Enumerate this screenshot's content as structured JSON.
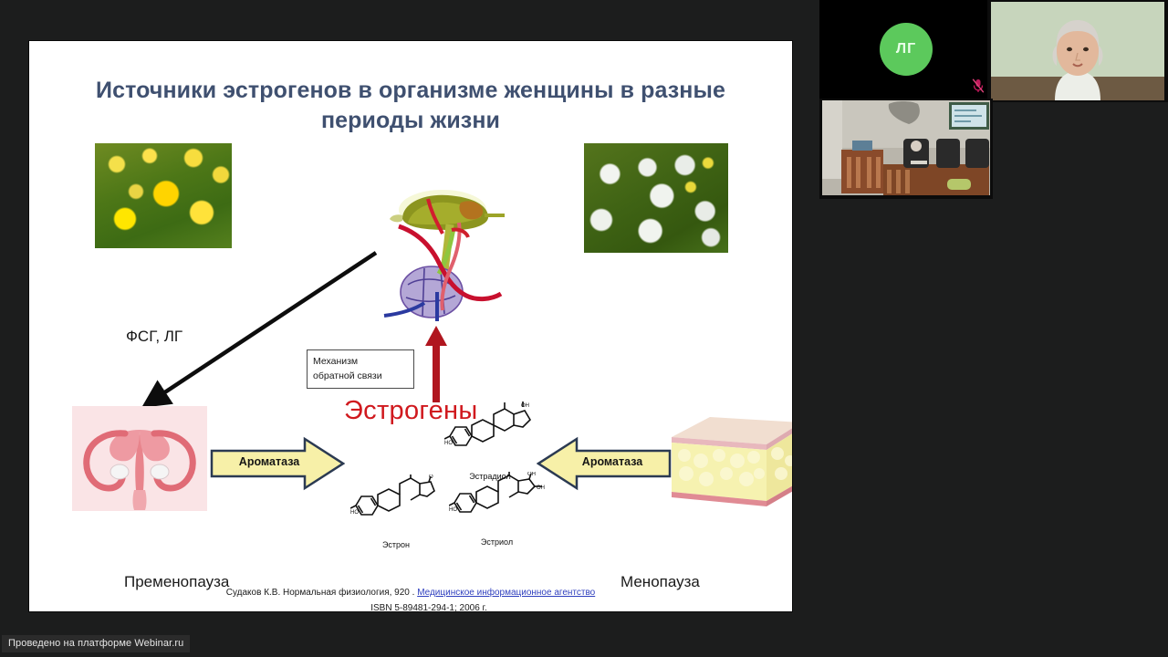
{
  "slide": {
    "title": "Источники эстрогенов в организме женщины в разные периоды жизни",
    "labels": {
      "gonadotropins": "ФСГ, ЛГ",
      "feedback_line1": "Механизм",
      "feedback_line2": "обратной связи",
      "estrogens": "Эстрогены",
      "premenopause": "Пременопауза",
      "menopause": "Менопауза"
    },
    "arrows": {
      "aromatase_left": "Ароматаза",
      "aromatase_right": "Ароматаза"
    },
    "steroids": [
      {
        "name": "Эстрадиол"
      },
      {
        "name": "Эстрон"
      },
      {
        "name": "Эстриол"
      }
    ],
    "images": {
      "yellow_dandelions": "yellow-dandelions-photo",
      "white_dandelions": "white-dandelion-seedheads-photo",
      "pituitary": "hypothalamus-pituitary-illustration",
      "uterus": "uterus-ovaries-illustration",
      "adipose": "adipose-tissue-block-illustration"
    },
    "citation": {
      "author_work": "Судаков К.В.  Нормальная физиология, 920 .",
      "publisher": "Медицинское  информационное  агентство",
      "isbn": "ISBN 5-89481-294-1; 2006 г."
    },
    "colors": {
      "title": "#3f5070",
      "estrogens": "#d0191e",
      "arrow_fill": "#f7f0a8",
      "arrow_stroke": "#2b3a52",
      "red_arrow": "#b0161f",
      "link": "#2f3fbe"
    }
  },
  "video_panel": {
    "speaker_tile": {
      "initials": "ЛГ",
      "avatar_color": "#5cc95c",
      "mic_state": "muted"
    },
    "webcam_tile": {
      "label": "presenter-webcam"
    },
    "room_tile": {
      "label": "conference-room-camera"
    }
  },
  "watermark": {
    "text": "Проведено на платформе Webinar.ru"
  }
}
